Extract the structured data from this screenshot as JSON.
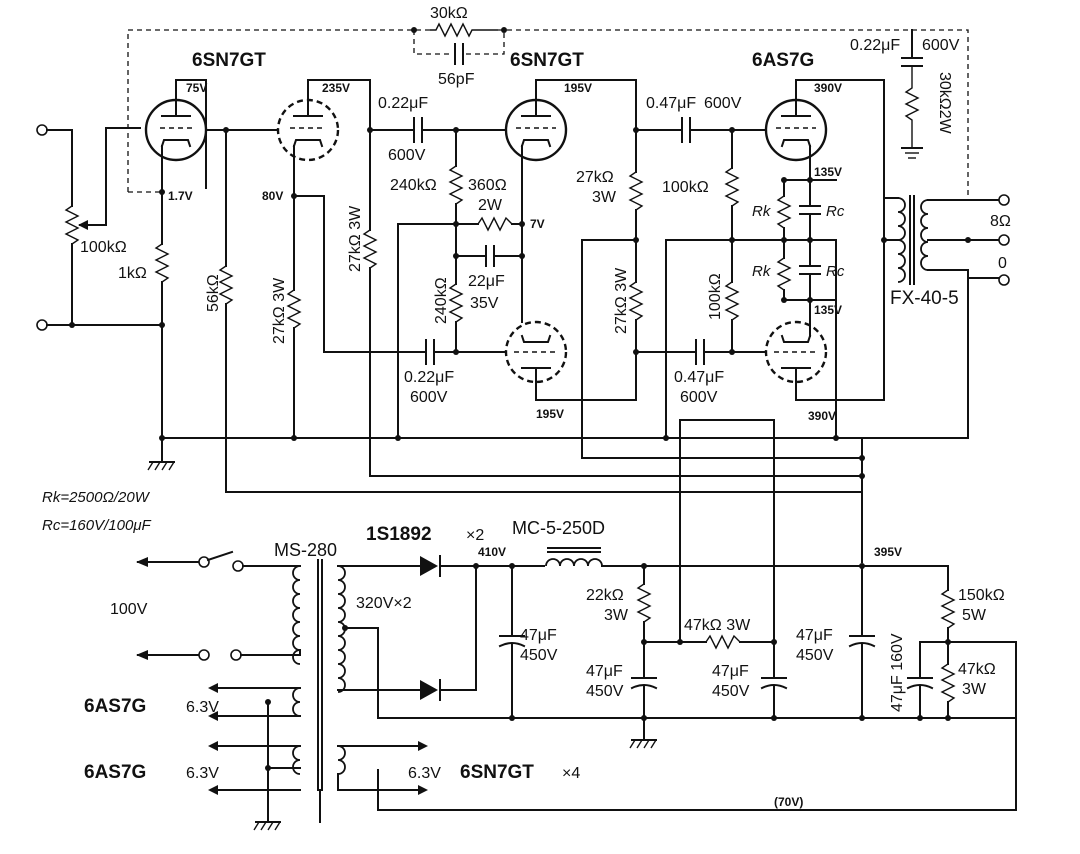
{
  "tubes": {
    "v1": "6SN7GT",
    "v2": "6SN7GT",
    "v3": "6AS7G"
  },
  "voltages": {
    "v1_plate": "75V",
    "v1_cathode": "1.7V",
    "v2_plate": "235V",
    "v2_grid": "80V",
    "v3_top_plate": "195V",
    "v3_node": "7V",
    "v3_bottom_plate": "195V",
    "out_top_plate": "390V",
    "out_top_cathode": "135V",
    "out_bottom_cathode": "135V",
    "out_bottom_plate": "390V",
    "rect_out": "410V",
    "supply_b": "395V",
    "bias": "(70V)"
  },
  "components": {
    "fb_resistor": "30kΩ",
    "fb_cap": "56pF",
    "fb2_cap": "0.22μF",
    "fb2_cap_v": "600V",
    "fb2_res": "30kΩ2W",
    "vol_pot": "100kΩ",
    "r_cathode1": "1kΩ",
    "r_56k": "56kΩ",
    "r_27k_3w_a": "27kΩ 3W",
    "r_27k_3w_b": "27kΩ 3W",
    "c_couple1": "0.22μF",
    "c_couple1_v": "600V",
    "r_240k_a": "240kΩ",
    "r_360": "360Ω",
    "r_360_w": "2W",
    "c_22u": "22μF",
    "c_22u_v": "35V",
    "r_240k_b": "240kΩ",
    "c_couple2": "0.22μF",
    "c_couple2_v": "600V",
    "c_out_top": "0.47μF",
    "c_out_top_v": "600V",
    "r_27k_top": "27kΩ",
    "r_27k_top_w": "3W",
    "r_27k_bot": "27kΩ 3W",
    "r_100k_a": "100kΩ",
    "r_100k_b": "100kΩ",
    "c_out_bot": "0.47μF",
    "c_out_bot_v": "600V",
    "rk1": "Rk",
    "rk2": "Rk",
    "rc1": "Rc",
    "rc2": "Rc",
    "out_trans": "FX-40-5",
    "tap_8": "8Ω",
    "tap_0": "0"
  },
  "notes": {
    "rk_spec": "Rk=2500Ω/20W",
    "rc_spec": "Rc=160V/100μF"
  },
  "power": {
    "mains_trans": "MS-280",
    "diode": "1S1892",
    "diode_qty": "×2",
    "choke": "MC-5-250D",
    "mains_v": "100V",
    "sec_v": "320V×2",
    "heater1_tube": "6AS7G",
    "heater1_v": "6.3V",
    "heater2_tube": "6AS7G",
    "heater2_v": "6.3V",
    "heater3_v": "6.3V",
    "heater3_tube": "6SN7GT",
    "heater3_qty": "×4",
    "r_22k": "22kΩ",
    "r_22k_w": "3W",
    "c_47_a": "47μF",
    "c_47_a_v": "450V",
    "c_47_b": "47μF",
    "c_47_b_v": "450V",
    "r_47k_3w": "47kΩ 3W",
    "c_47_c": "47μF",
    "c_47_c_v": "450V",
    "c_47_d": "47μF",
    "c_47_d_v": "450V",
    "r_150k": "150kΩ",
    "r_150k_w": "5W",
    "c_47_160": "47μF 160V",
    "r_47k": "47kΩ",
    "r_47k_w": "3W"
  }
}
